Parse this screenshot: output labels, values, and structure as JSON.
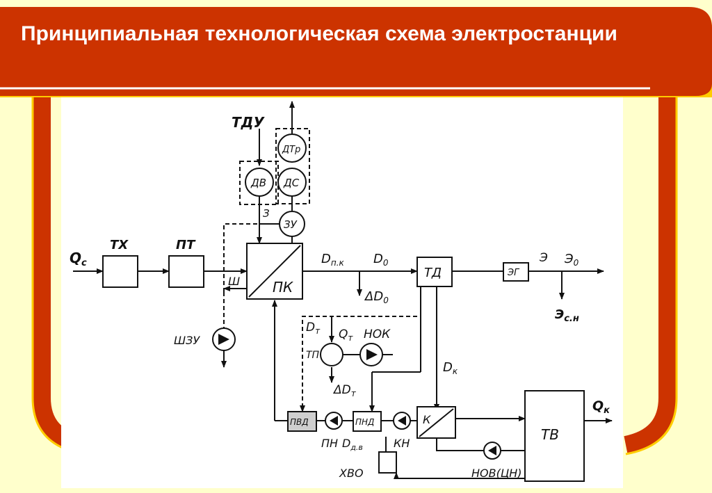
{
  "slide": {
    "title": "Принципиальная технологическая схема электростанции",
    "colors": {
      "background": "#ffffcc",
      "header": "#cc3300",
      "accent": "#ffcc00",
      "title_text": "#ffffff",
      "diagram_ink": "#111111"
    }
  },
  "diagram": {
    "labels": {
      "q_c": "Q",
      "q_c_sub": "c",
      "tx": "ТХ",
      "pt": "ПТ",
      "tdu": "ТДУ",
      "dtr": "ДТр",
      "dv": "ДВ",
      "ds": "ДС",
      "z": "З",
      "zu": "ЗУ",
      "sh": "Ш",
      "pk": "ПК",
      "shzu": "ШЗУ",
      "d_pk": "D",
      "d_pk_sub": "п.к",
      "d_0": "D",
      "d_0_sub": "0",
      "delta_d0": "ΔD",
      "delta_d0_sub": "0",
      "td": "ТД",
      "eg": "ЭГ",
      "e": "Э",
      "e_0": "Э",
      "e_0_sub": "0",
      "e_sn": "Э",
      "e_sn_sub": "с.н",
      "d_t": "D",
      "d_t_sub": "т",
      "q_t": "Q",
      "q_t_sub": "т",
      "nok": "НОК",
      "tp": "ТП",
      "delta_dt": "ΔD",
      "delta_dt_sub": "т",
      "d_k": "D",
      "d_k_sub": "к",
      "k": "К",
      "tv": "ТВ",
      "q_k": "Q",
      "q_k_sub": "к",
      "pvd": "ПВД",
      "pnd": "ПНД",
      "pn": "ПН",
      "d_dv": "D",
      "d_dv_sub": "д.в",
      "kn": "КН",
      "hvo": "ХВО",
      "nov": "НОВ(ЦН)"
    }
  }
}
